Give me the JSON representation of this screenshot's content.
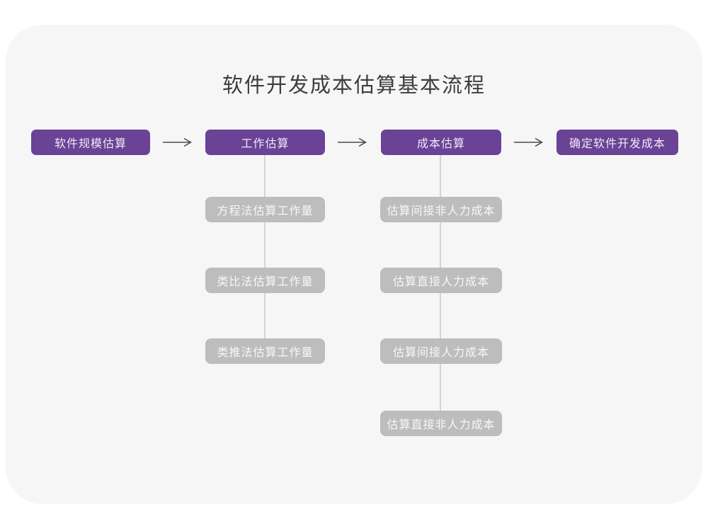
{
  "title": "软件开发成本估算基本流程",
  "colors": {
    "page_bg": "#ffffff",
    "card_bg": "#f6f6f7",
    "stage_fill": "#6a4296",
    "stage_text": "#efe9f6",
    "child_fill": "#bdbdbd",
    "child_text": "#f7f7f7",
    "arrow": "#4a4a4a",
    "connector": "#d4d4d4",
    "title_text": "#3d3d3d"
  },
  "chart_data": {
    "type": "flowchart",
    "title": "软件开发成本估算基本流程",
    "direction": "left-to-right",
    "stages": [
      {
        "label": "软件规模估算",
        "children": []
      },
      {
        "label": "工作估算",
        "children": [
          "方程法估算工作量",
          "类比法估算工作量",
          "类推法估算工作量"
        ]
      },
      {
        "label": "成本估算",
        "children": [
          "估算间接非人力成本",
          "估算直接人力成本",
          "估算间接人力成本",
          "估算直接非人力成本"
        ]
      },
      {
        "label": "确定软件开发成本",
        "children": []
      }
    ]
  }
}
